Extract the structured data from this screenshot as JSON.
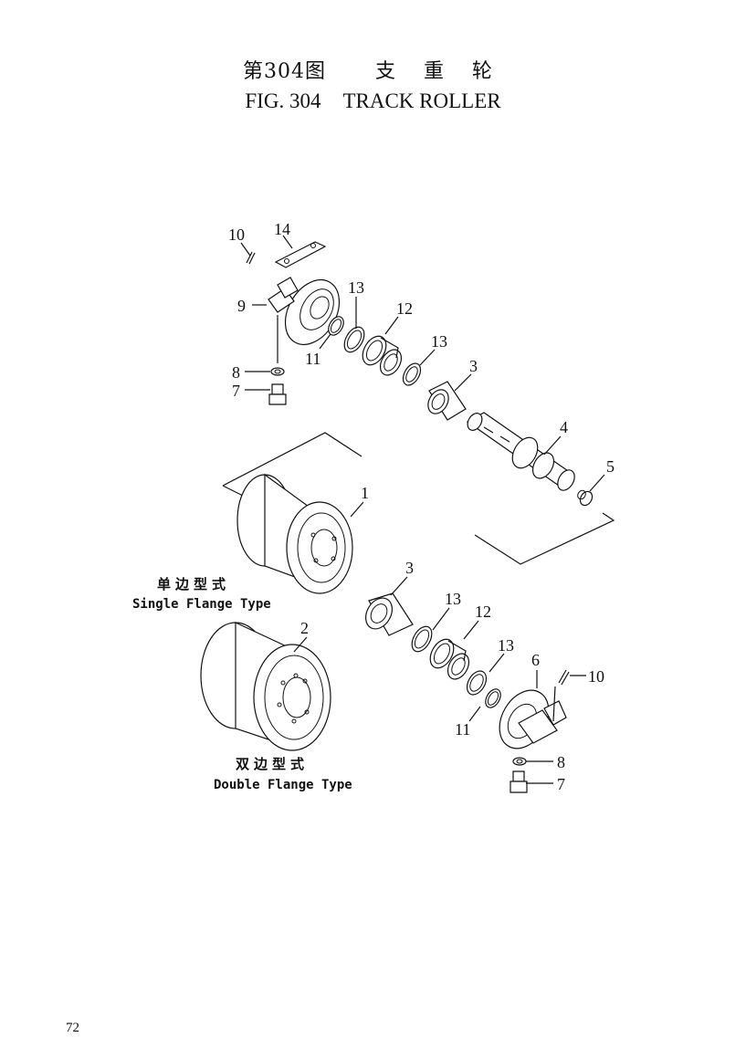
{
  "header": {
    "fig_cn": "第304图",
    "name_cn": "支 重 轮",
    "fig_en": "FIG. 304",
    "name_en": "TRACK ROLLER"
  },
  "callouts": {
    "c10a": "10",
    "c14": "14",
    "c9": "9",
    "c13a": "13",
    "c12a": "12",
    "c11a": "11",
    "c13b": "13",
    "c8a": "8",
    "c7a": "7",
    "c3a": "3",
    "c4": "4",
    "c5": "5",
    "c1": "1",
    "c3b": "3",
    "c13c": "13",
    "c12b": "12",
    "c2": "2",
    "c13d": "13",
    "c6": "6",
    "c10b": "10",
    "c11b": "11",
    "c8b": "8",
    "c7b": "7"
  },
  "captions": {
    "single_cn": "单边型式",
    "single_en": "Single Flange Type",
    "double_cn": "双边型式",
    "double_en": "Double Flange Type"
  },
  "page_number": "72"
}
